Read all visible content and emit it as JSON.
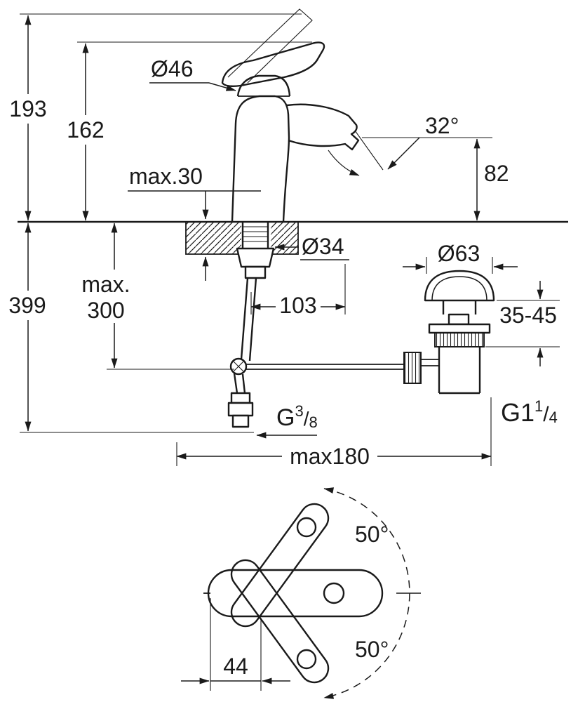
{
  "page": {
    "background": "#ffffff",
    "line_color": "#1a1a1a"
  },
  "side_view": {
    "dim_total_height": "193",
    "dim_body_height": "162",
    "dim_deck_thickness_max": "max.30",
    "dim_handle_diameter": "Ø46",
    "dim_spout_angle": "32°",
    "dim_spout_height": "82",
    "dim_below_deck": "399",
    "dim_hose_max_line1": "max.",
    "dim_hose_max_line2": "300",
    "dim_hole_diameter": "Ø34",
    "dim_offset": "103",
    "dim_waste_diameter": "Ø63",
    "dim_deck_range": "35-45",
    "dim_max_spread": "max180",
    "inlet_thread": {
      "base": "G",
      "numerator": "3",
      "slash": "/",
      "denominator": "8"
    },
    "waste_thread": {
      "base": "G1",
      "numerator": "1",
      "slash": "/",
      "denominator": "4"
    }
  },
  "top_view": {
    "dim_swing_up": "50°",
    "dim_swing_down": "50°",
    "dim_handle_offset": "44"
  }
}
